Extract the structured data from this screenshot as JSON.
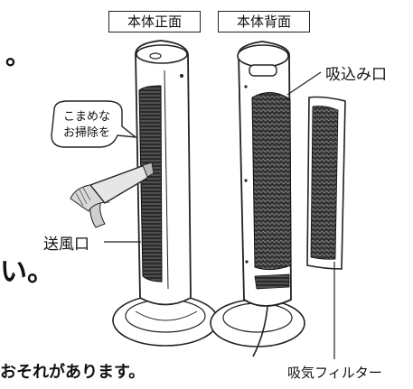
{
  "labels": {
    "front": "本体正面",
    "back": "本体背面",
    "intake": "吸込み口",
    "outlet": "送風口",
    "filter": "吸気フィルター"
  },
  "bubble": {
    "line1": "こまめな",
    "line2": "お掃除を"
  },
  "cutoff_text": {
    "top_left": "。",
    "mid_left": "い。",
    "bottom": "おそれがあります。"
  }
}
